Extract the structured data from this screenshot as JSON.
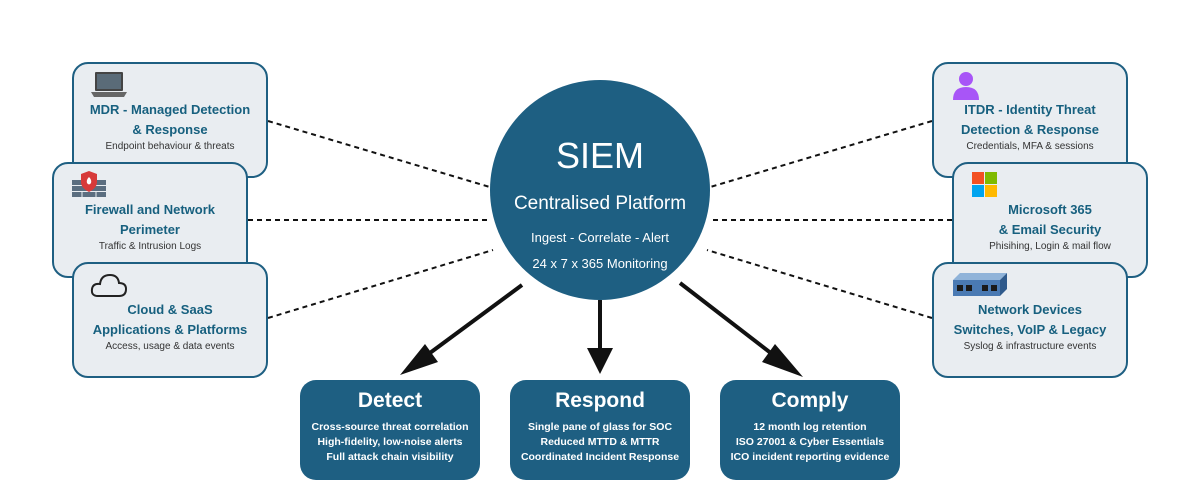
{
  "hub": {
    "title": "SIEM",
    "subtitle": "Centralised Platform",
    "line1": "Ingest - Correlate - Alert",
    "line2": "24 x 7 x 365 Monitoring"
  },
  "sources_left": [
    {
      "title_line1": "MDR - Managed Detection",
      "title_line2": "& Response",
      "subtitle": "Endpoint behaviour & threats",
      "icon": "laptop-icon"
    },
    {
      "title_line1": "Firewall and Network",
      "title_line2": "Perimeter",
      "subtitle": "Traffic & Intrusion Logs",
      "icon": "firewall-icon"
    },
    {
      "title_line1": "Cloud & SaaS",
      "title_line2": "Applications & Platforms",
      "subtitle": "Access, usage & data events",
      "icon": "cloud-icon"
    }
  ],
  "sources_right": [
    {
      "title_line1": "ITDR - Identity Threat",
      "title_line2": "Detection & Response",
      "subtitle": "Credentials, MFA & sessions",
      "icon": "user-icon"
    },
    {
      "title_line1": "Microsoft 365",
      "title_line2": "& Email Security",
      "subtitle": "Phisihing, Login & mail flow",
      "icon": "windows-icon"
    },
    {
      "title_line1": "Network Devices",
      "title_line2": "Switches, VoIP & Legacy",
      "subtitle": "Syslog & infrastructure events",
      "icon": "network-switch-icon"
    }
  ],
  "outcomes": [
    {
      "title": "Detect",
      "lines": [
        "Cross-source threat correlation",
        "High-fidelity, low-noise alerts",
        "Full attack chain visibility"
      ]
    },
    {
      "title": "Respond",
      "lines": [
        "Single pane of glass for SOC",
        "Reduced MTTD & MTTR",
        "Coordinated Incident Response"
      ]
    },
    {
      "title": "Comply",
      "lines": [
        "12 month log retention",
        "ISO 27001 & Cyber Essentials",
        "ICO incident reporting evidence"
      ]
    }
  ],
  "colors": {
    "primary": "#1e5f82",
    "card_bg": "#e9edf1",
    "title_text": "#17607f",
    "connector": "#111111"
  }
}
